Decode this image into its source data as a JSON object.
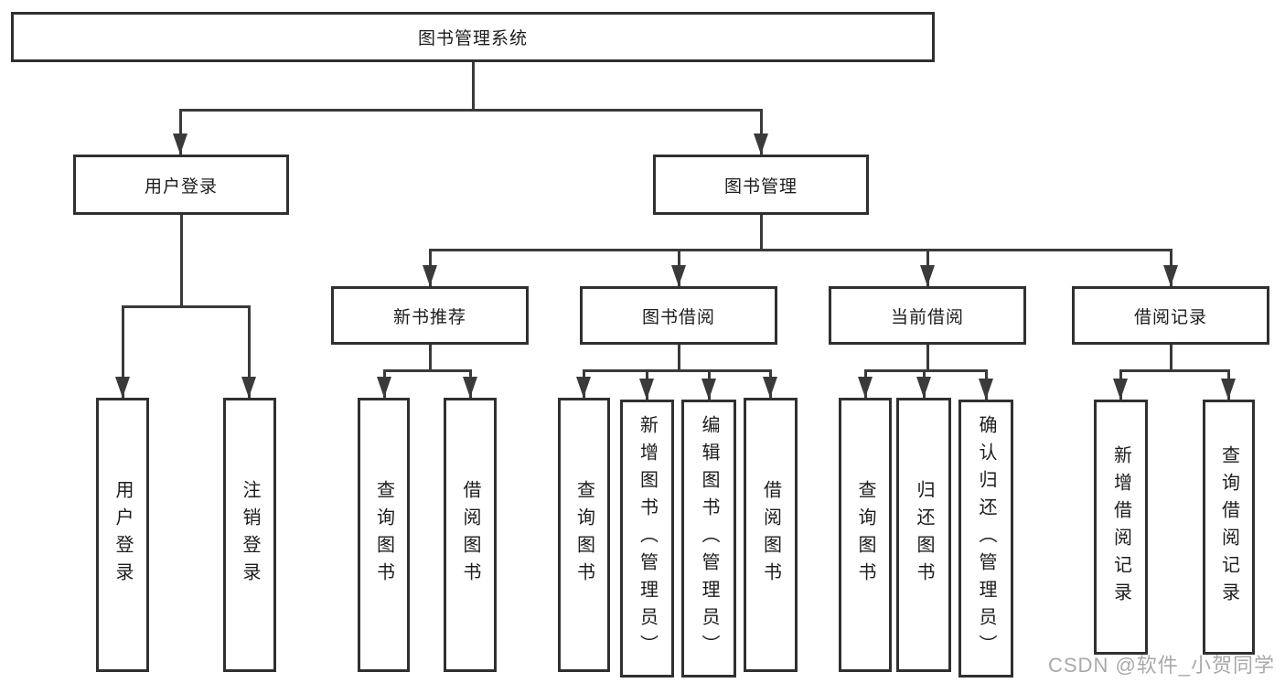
{
  "diagram": {
    "root": {
      "label": "图书管理系统"
    },
    "level2": [
      {
        "label": "用户登录"
      },
      {
        "label": "图书管理"
      }
    ],
    "level3": [
      {
        "label": "新书推荐"
      },
      {
        "label": "图书借阅"
      },
      {
        "label": "当前借阅"
      },
      {
        "label": "借阅记录"
      }
    ],
    "leaves": {
      "user_login": [
        "用户登录",
        "注销登录"
      ],
      "new_books": [
        "查询图书",
        "借阅图书"
      ],
      "book_borrow": [
        "查询图书",
        "新增图书（管理员）",
        "编辑图书（管理员）",
        "借阅图书"
      ],
      "current_borrow": [
        "查询图书",
        "归还图书",
        "确认归还（管理员）"
      ],
      "borrow_records": [
        "新增借阅记录",
        "查询借阅记录"
      ]
    }
  },
  "watermark": {
    "text": "CSDN @软件_小贺同学"
  },
  "colors": {
    "line": "#3a3a3a",
    "border": "#303030",
    "text": "#1c1c1c",
    "watermark": "#a9a9a9",
    "background": "#ffffff"
  }
}
